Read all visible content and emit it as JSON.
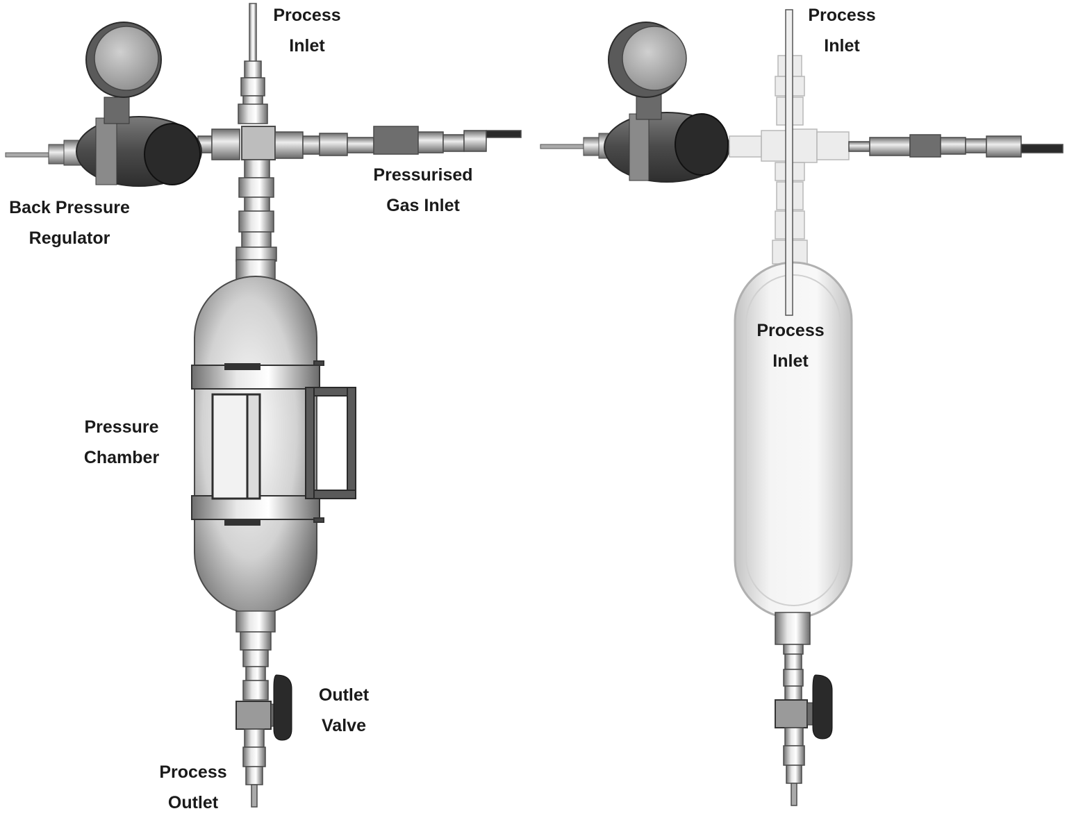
{
  "left_view": {
    "labels": {
      "process_inlet": [
        "Process",
        "Inlet"
      ],
      "back_pressure_regulator": [
        "Back Pressure",
        "Regulator"
      ],
      "pressurised_gas_inlet": [
        "Pressurised",
        "Gas Inlet"
      ],
      "pressure_chamber": [
        "Pressure",
        "Chamber"
      ],
      "outlet_valve": [
        "Outlet",
        "Valve"
      ],
      "process_outlet": [
        "Process",
        "Outlet"
      ]
    }
  },
  "right_view": {
    "labels": {
      "process_inlet_top": [
        "Process",
        "Inlet"
      ],
      "process_inlet_inner": [
        "Process",
        "Inlet"
      ]
    }
  },
  "colors": {
    "metal_dark": "#555555",
    "metal_mid": "#9a9a9a",
    "metal_light": "#e6e6e6",
    "gauge_face": "#b5b5b5",
    "knob": "#262626",
    "ghost": "#d0d0d0",
    "text": "#1a1a1a"
  }
}
